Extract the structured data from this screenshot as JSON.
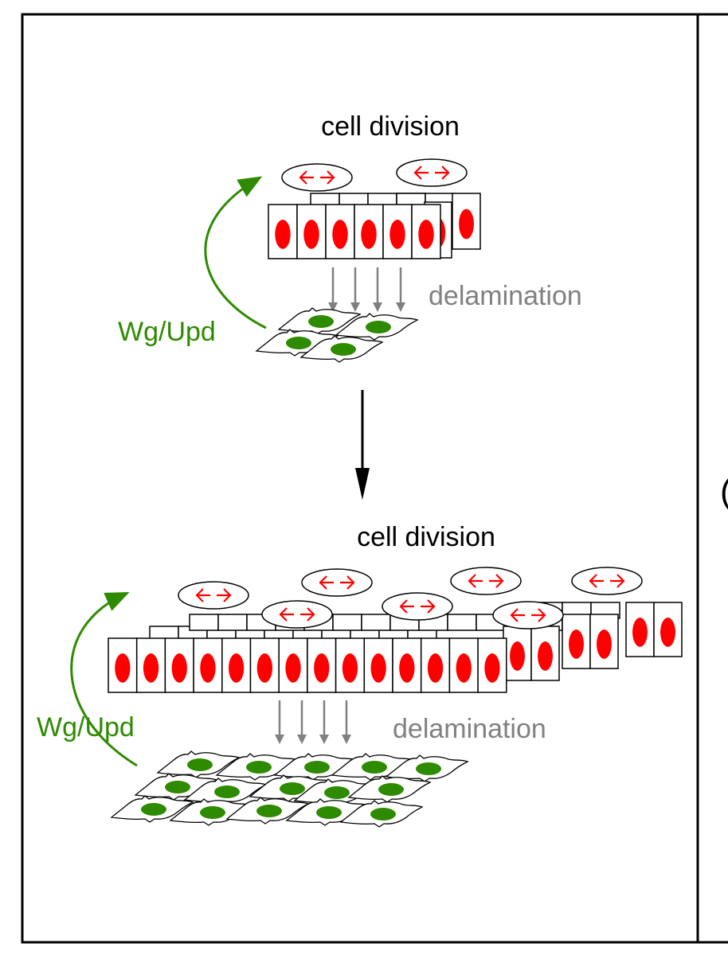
{
  "top_stage": {
    "title": "cell division",
    "signal_label": "Wg/Upd",
    "delamination_label": "delamination"
  },
  "bottom_stage": {
    "title": "cell division",
    "signal_label": "Wg/Upd",
    "delamination_label": "delamination"
  },
  "right_panel": {
    "edge_glyph": "("
  },
  "colors": {
    "border": "#000000",
    "nucleus": "#ff0000",
    "spindle_arrow": "#ff0000",
    "delaminated_nucleus": "#2e8b00",
    "signal": "#2e8b00",
    "delamination": "#808080",
    "progression_arrow": "#000000"
  }
}
